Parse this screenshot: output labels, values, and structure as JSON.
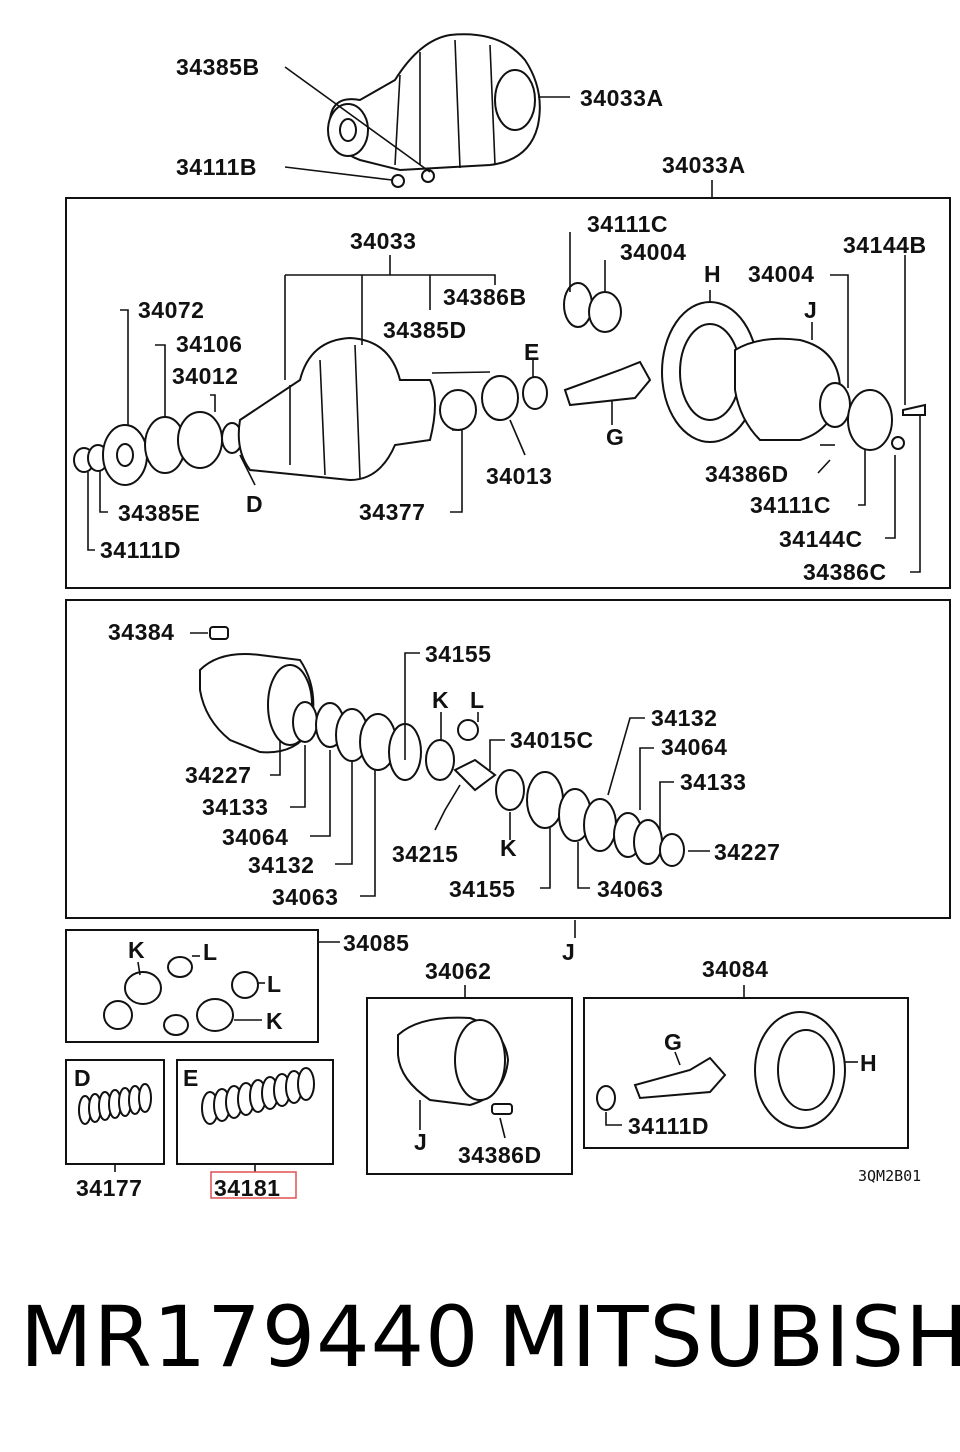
{
  "labels": {
    "top_34385B": "34385B",
    "top_34033A_r": "34033A",
    "top_34111B": "34111B",
    "top_34033A": "34033A",
    "p34033": "34033",
    "p34111C_a": "34111C",
    "p34004_a": "34004",
    "p34144B": "34144B",
    "p34072": "34072",
    "p34386B": "34386B",
    "H_a": "H",
    "p34004_b": "34004",
    "J_a": "J",
    "p34106": "34106",
    "p34385D": "34385D",
    "p34012": "34012",
    "E_a": "E",
    "G_a": "G",
    "p34013": "34013",
    "p34386D_a": "34386D",
    "D_a": "D",
    "p34385E": "34385E",
    "p34377": "34377",
    "p34111C_b": "34111C",
    "p34144C": "34144C",
    "p34111D_a": "34111D",
    "p34386C": "34386C",
    "p34384": "34384",
    "p34155_a": "34155",
    "K_a": "K",
    "L_a": "L",
    "p34015C": "34015C",
    "p34132_r": "34132",
    "p34064_r": "34064",
    "p34133_r": "34133",
    "p34227_l": "34227",
    "p34133_l": "34133",
    "p34064_l": "34064",
    "p34132_l": "34132",
    "p34063_l": "34063",
    "p34215": "34215",
    "K_b": "K",
    "p34227_r": "34227",
    "p34155_b": "34155",
    "p34063_r": "34063",
    "J_b": "J",
    "p34085": "34085",
    "K_c": "K",
    "L_b": "L",
    "L_c": "L",
    "K_d": "K",
    "p34062": "34062",
    "p34084": "34084",
    "G_b": "G",
    "H_b": "H",
    "D_b": "D",
    "E_b": "E",
    "J_c": "J",
    "p34111D_b": "34111D",
    "p34386D_b": "34386D",
    "p34177": "34177",
    "p34181": "34181",
    "ref": "3QM2B01"
  },
  "footer": {
    "part_number": "MR179440",
    "brand": "MITSUBISHI"
  },
  "highlight_color": "#e05050"
}
